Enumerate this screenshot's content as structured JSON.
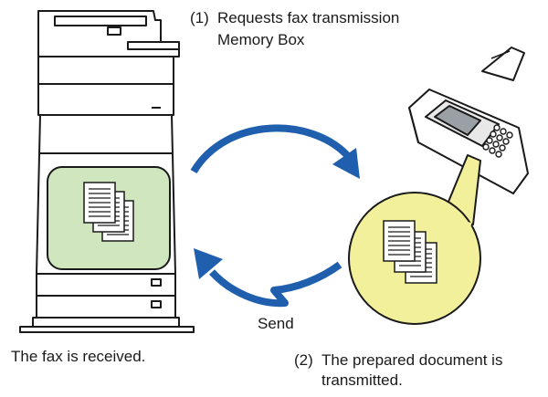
{
  "step1": {
    "number": "(1)",
    "line1": "Requests fax transmission",
    "line2": "Memory Box"
  },
  "step2": {
    "number": "(2)",
    "line1": "The prepared document is",
    "line2": "transmitted."
  },
  "send_label": "Send",
  "received_caption": "The fax is received.",
  "colors": {
    "arrow": "#1f5fae",
    "outline": "#1a1a1a",
    "received_highlight": "#cfe6bf",
    "sent_highlight": "#f2f09a"
  }
}
